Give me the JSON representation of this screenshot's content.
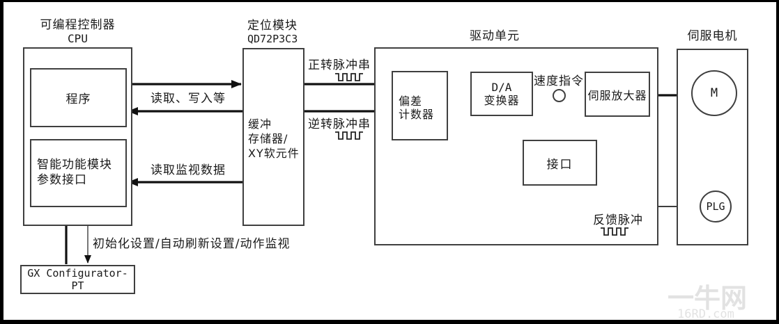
{
  "plc": {
    "title": "可编程控制器",
    "subtitle": "CPU",
    "program_label": "程序",
    "intelligent_line1": "智能功能模块",
    "intelligent_line2": "参数接口"
  },
  "positioning_module": {
    "title": "定位模块",
    "model": "QD72P3C3",
    "body_line1": "缓冲",
    "body_line2": "存储器/",
    "body_line3": "XY软元件"
  },
  "drive_unit": {
    "title": "驱动单元",
    "deviation_counter_line1": "偏差",
    "deviation_counter_line2": "计数器",
    "da_converter_line1": "D/A",
    "da_converter_line2": "变换器",
    "servo_amplifier": "伺服放大器",
    "interface": "接口"
  },
  "servo_motor": {
    "title": "伺服电机",
    "motor_label": "M",
    "encoder_label": "PLG"
  },
  "gx_configurator": {
    "label": "GX Configurator-PT"
  },
  "connection_labels": {
    "read_write": "读取、写入等",
    "forward_pulse_train": "正转脉冲串",
    "reverse_pulse_train": "逆转脉冲串",
    "read_monitor_data": "读取监视数据",
    "speed_command": "速度指令",
    "feedback_pulse": "反馈脉冲",
    "init_auto_refresh_monitor": "初始化设置/自动刷新设置/动作监视"
  },
  "watermark": {
    "line1": "一牛网",
    "line2": "16RD.com"
  },
  "colors": {
    "arrow": "#111111",
    "box_border": "#3f3f3f",
    "text": "#1a1a1a",
    "watermark": "#e2e2e2"
  }
}
